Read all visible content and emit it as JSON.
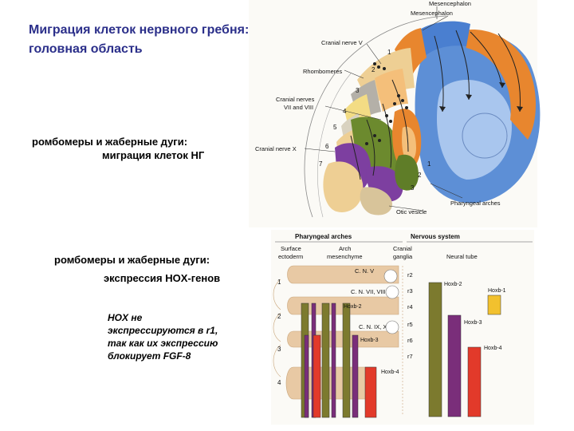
{
  "heading": {
    "line1": "Миграция клеток нервного гребня:",
    "line2": "головная область"
  },
  "subtitle_migration": {
    "line1": "ромбомеры и жаберные дуги:",
    "line2": "миграция клеток НГ"
  },
  "subtitle_expression": {
    "line1": "ромбомеры и жаберные дуги:",
    "line2": "экспрессия HOX-генов"
  },
  "note": {
    "line1": "HOX не",
    "line2": "экспрессируются в r1,",
    "line3": "так как их экспрессию",
    "line4": "блокирует FGF-8"
  },
  "embryo_figure": {
    "labels": {
      "mesencephalon_top": "Mesencephalon",
      "mesencephalon": "Mesencephalon",
      "cranial_nerve_v": "Cranial nerve V",
      "rhombomeres": "Rhombomeres",
      "cranial_nerves_vii_viii_l1": "Cranial nerves",
      "cranial_nerves_vii_viii_l2": "VII and VIII",
      "cranial_nerve_x": "Cranial nerve X",
      "pharyngeal_arches": "Pharyngeal arches",
      "otic_vesicle": "Otic vesicle"
    },
    "rhombomere_numbers": [
      "1",
      "2",
      "3",
      "4",
      "5",
      "6",
      "7"
    ],
    "arch_numbers": [
      "1",
      "2",
      "3"
    ],
    "colors": {
      "orange": "#e8862e",
      "light_orange": "#f4bf7a",
      "blue": "#5d8fd6",
      "light_blue": "#a9c6ee",
      "green": "#6c8a2e",
      "purple": "#7d3fa0",
      "yellow": "#f3dc84",
      "tan": "#eecf94",
      "gray": "#b4b0a8"
    }
  },
  "hox_figure": {
    "headers": {
      "pharyngeal_arches": "Pharyngeal arches",
      "nervous_system": "Nervous system",
      "surface_ectoderm_l1": "Surface",
      "surface_ectoderm_l2": "ectoderm",
      "arch_mesenchyme_l1": "Arch",
      "arch_mesenchyme_l2": "mesenchyme",
      "cranial_ganglia_l1": "Cranial",
      "cranial_ganglia_l2": "ganglia",
      "neural_tube": "Neural tube"
    },
    "arch_numbers": [
      "1",
      "2",
      "3",
      "4"
    ],
    "rhombomeres": [
      "r2",
      "r3",
      "r4",
      "r5",
      "r6",
      "r7"
    ],
    "nerve_labels": [
      "C. N. V",
      "C. N. VII, VIII",
      "C. N. IX, X"
    ],
    "gene_labels": {
      "hoxb2_arch": "Hoxb-2",
      "hoxb3_arch": "Hoxb-3",
      "hoxb4_arch": "Hoxb-4",
      "hoxb1": "Hoxb-1",
      "hoxb2": "Hoxb-2",
      "hoxb3": "Hoxb-3",
      "hoxb4": "Hoxb-4"
    },
    "colors": {
      "olive": "#7c7a2e",
      "purple": "#7a2e7a",
      "red": "#e23a2a",
      "yellow": "#f2c12e",
      "tan": "#e8c9a4"
    }
  }
}
